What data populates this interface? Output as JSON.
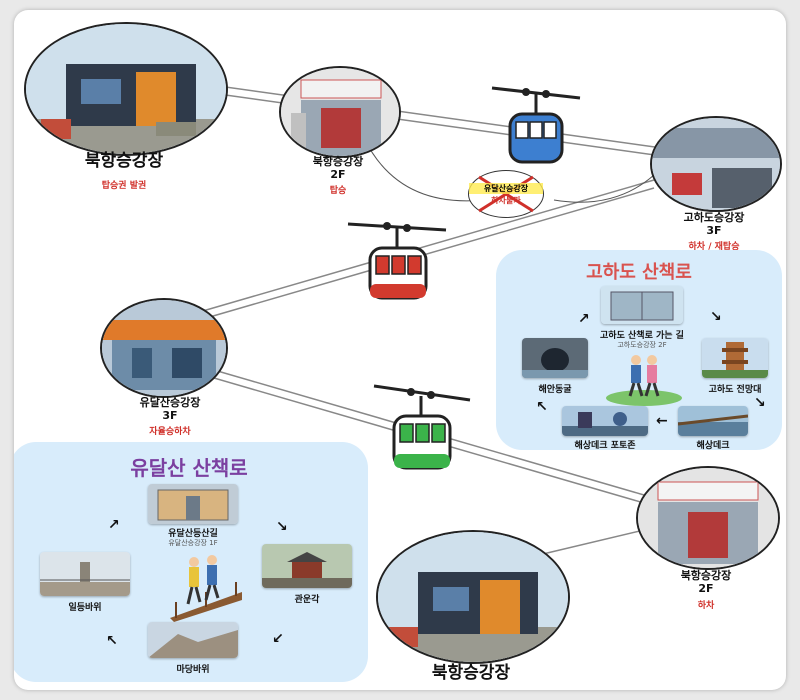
{
  "stations": {
    "bukhang_main_top": {
      "name": "북항승강장",
      "note": "탑승권 발권"
    },
    "bukhang_2f_top": {
      "name": "북항승강장",
      "floor": "2F",
      "note": "탑승"
    },
    "gohado": {
      "name": "고하도승강장",
      "floor": "3F",
      "note": "하차 / 재탑승"
    },
    "yudalsan": {
      "name": "유달산승강장",
      "floor": "3F",
      "note": "자율승하차"
    },
    "bukhang_2f_bottom": {
      "name": "북항승강장",
      "floor": "2F",
      "note": "하차"
    },
    "bukhang_main_bottom": {
      "name": "북항승강장"
    }
  },
  "no_stop_badge": {
    "line1": "유달산승강장",
    "line2": "하차불가"
  },
  "gohado_trail": {
    "title": "고하도 산책로",
    "spots": {
      "path": {
        "label": "고하도 산책로 가는 길",
        "sub": "고하도승강장 2F"
      },
      "tower": {
        "label": "고하도 전망대"
      },
      "deck": {
        "label": "해상데크"
      },
      "photozone": {
        "label": "해상데크 포토존"
      },
      "cave": {
        "label": "해안동굴"
      }
    }
  },
  "yudalsan_trail": {
    "title": "유달산 산책로",
    "spots": {
      "path": {
        "label": "유달산등산길",
        "sub": "유달산승강장 1F"
      },
      "pavilion": {
        "label": "관운각"
      },
      "rock": {
        "label": "마당바위"
      },
      "ildeung": {
        "label": "일등바위"
      }
    }
  },
  "colors": {
    "gondola_blue": "#3d7fd0",
    "gondola_red": "#d23a2e",
    "gondola_green": "#3bb34a",
    "panel_bg": "#d8ecfb",
    "title_red": "#d9534f",
    "title_purple": "#7b3fa0",
    "note_red": "#d0302a"
  }
}
